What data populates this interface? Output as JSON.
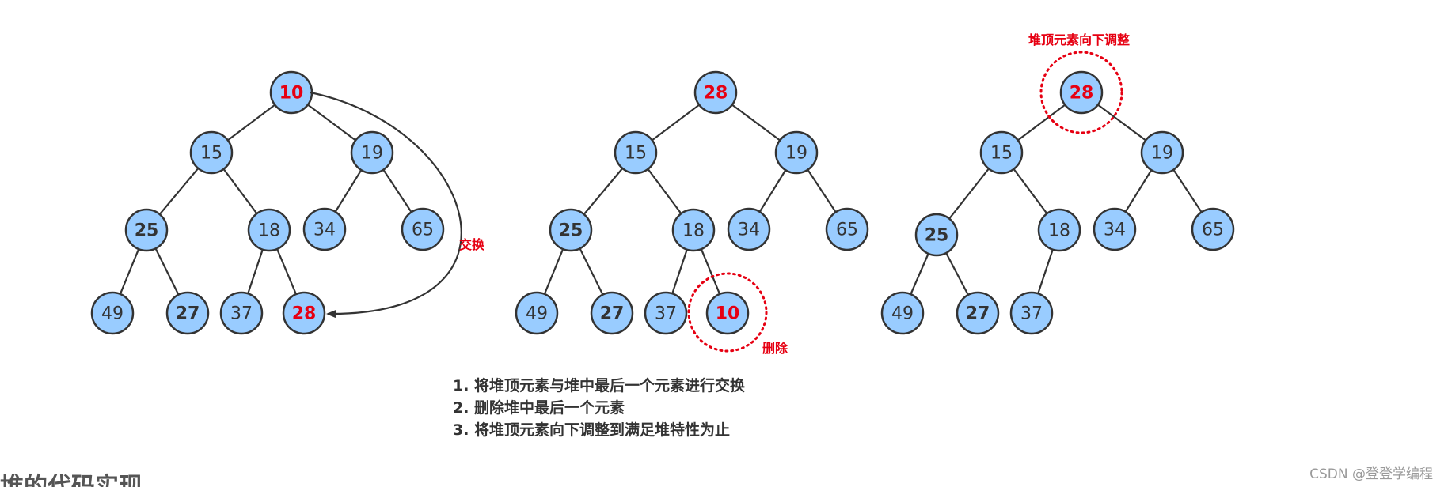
{
  "colors": {
    "node_fill": "#99ccff",
    "accent_red": "#e60012",
    "stroke": "#333333"
  },
  "trees": [
    {
      "nodes": [
        {
          "label": "10",
          "color": "red"
        },
        {
          "label": "15"
        },
        {
          "label": "19"
        },
        {
          "label": "25",
          "bold": true
        },
        {
          "label": "18"
        },
        {
          "label": "34"
        },
        {
          "label": "65"
        },
        {
          "label": "49"
        },
        {
          "label": "27",
          "bold": true
        },
        {
          "label": "37"
        },
        {
          "label": "28",
          "color": "red"
        }
      ],
      "swap_label": "交换"
    },
    {
      "nodes": [
        {
          "label": "28",
          "color": "red"
        },
        {
          "label": "15"
        },
        {
          "label": "19"
        },
        {
          "label": "25",
          "bold": true
        },
        {
          "label": "18"
        },
        {
          "label": "34"
        },
        {
          "label": "65"
        },
        {
          "label": "49"
        },
        {
          "label": "27",
          "bold": true
        },
        {
          "label": "37"
        },
        {
          "label": "10",
          "color": "red"
        }
      ],
      "delete_label": "删除"
    },
    {
      "nodes": [
        {
          "label": "28",
          "color": "red"
        },
        {
          "label": "15"
        },
        {
          "label": "19"
        },
        {
          "label": "25",
          "bold": true
        },
        {
          "label": "18"
        },
        {
          "label": "34"
        },
        {
          "label": "65"
        },
        {
          "label": "49"
        },
        {
          "label": "27",
          "bold": true
        },
        {
          "label": "37"
        }
      ],
      "adjust_label": "堆顶元素向下调整"
    }
  ],
  "steps": [
    "1. 将堆顶元素与堆中最后一个元素进行交换",
    "2. 删除堆中最后一个元素",
    "3. 将堆顶元素向下调整到满足堆特性为止"
  ],
  "watermark": "CSDN @登登学编程",
  "cutoff_heading": "堆的代码实现"
}
